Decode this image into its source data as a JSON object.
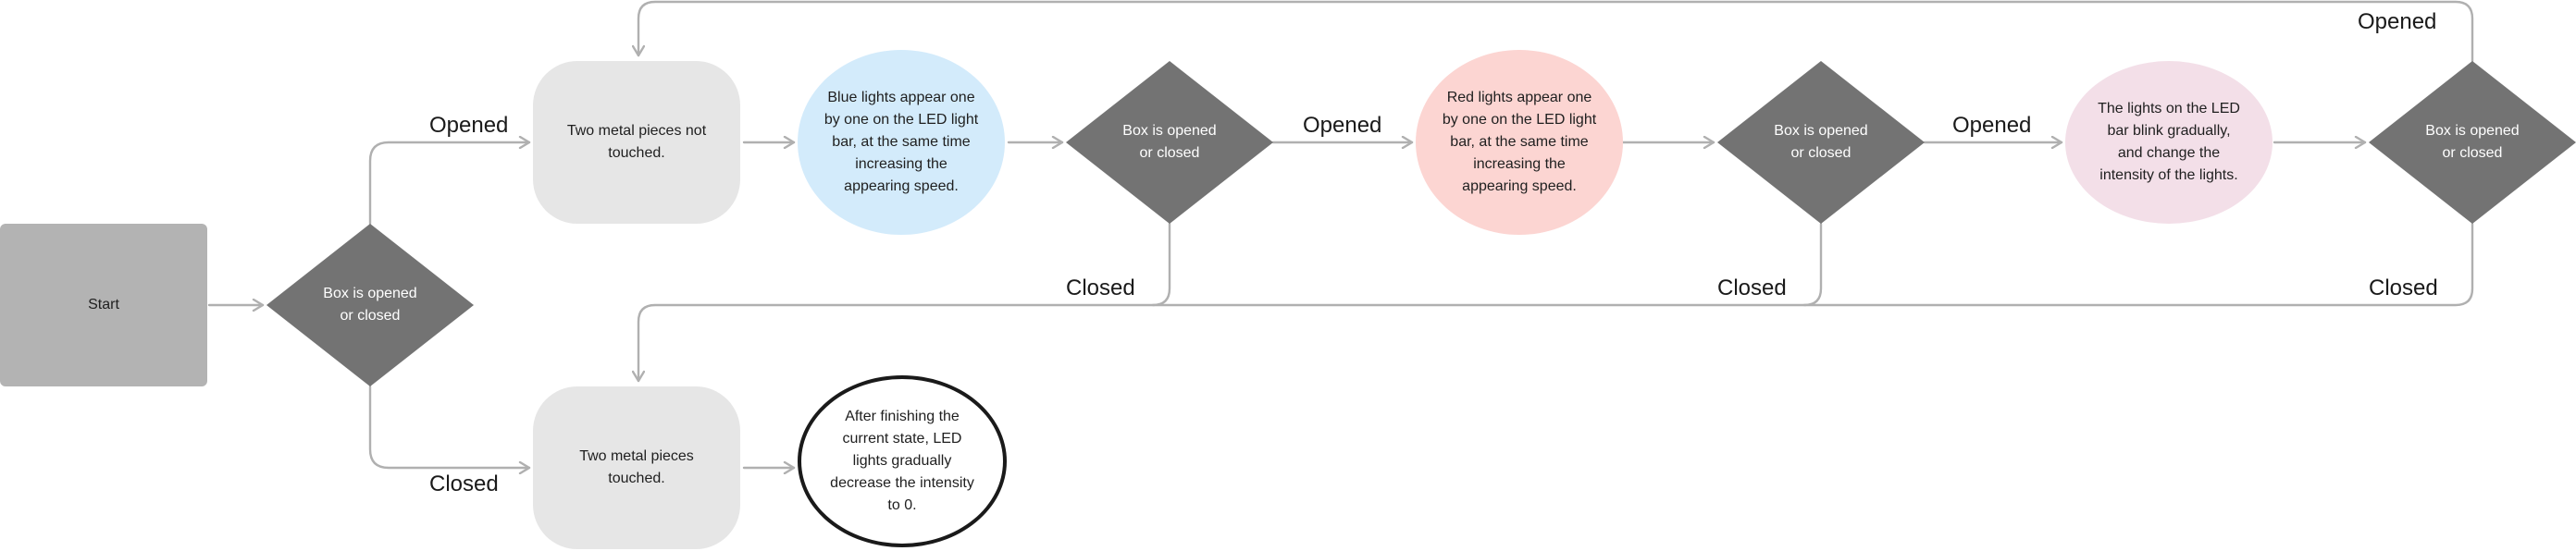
{
  "nodes": {
    "start": "Start",
    "decision": "Box is opened or closed",
    "not_touched": "Two metal pieces not touched.",
    "touched": "Two metal pieces touched.",
    "blue": "Blue lights appear one by one on the LED light bar, at the same time increasing the appearing speed.",
    "red": "Red lights appear one by one on the LED light bar, at the same time increasing the appearing speed.",
    "pink": "The lights on the LED bar blink gradually, and change the intensity of the lights.",
    "final": "After finishing the current state, LED lights gradually decrease the intensity to 0."
  },
  "edge_labels": {
    "opened": "Opened",
    "closed": "Closed"
  },
  "colors": {
    "connector": "#b0b0b0",
    "decision_fill": "#737373",
    "start_fill": "#b3b3b3",
    "process_fill": "#e6e6e6",
    "blue_fill": "#d3ebfb",
    "red_fill": "#fcd5d2",
    "pink_fill": "#f3dfe8"
  }
}
